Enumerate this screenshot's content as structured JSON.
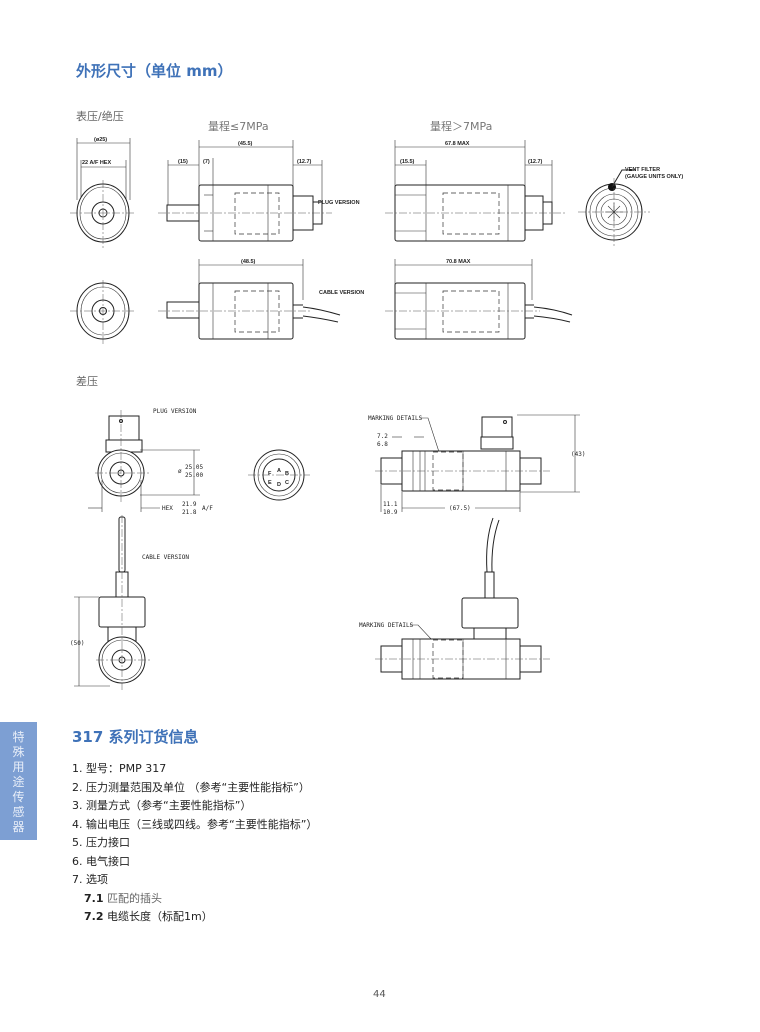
{
  "section_title": "外形尺寸（单位 mm）",
  "gauge": {
    "label": "表压/绝压",
    "range_low": "量程≤7MPa",
    "range_high": "量程＞7MPa",
    "dims": {
      "dia": "(ø25)",
      "hex": "22 A/F HEX",
      "d15": "(15)",
      "d7": "(7)",
      "d455": "(45.5)",
      "d127a": "(12.7)",
      "d155": "(15.5)",
      "d678": "67.8 MAX",
      "d127b": "(12.7)",
      "d485": "(48.5)",
      "d708": "70.8 MAX"
    },
    "plug_version": "PLUG VERSION",
    "cable_version": "CABLE VERSION",
    "vent_filter_1": "VENT FILTER",
    "vent_filter_2": "(GAUGE UNITS ONLY)"
  },
  "diff": {
    "label": "差压",
    "plug_version": "PLUG VERSION",
    "cable_version": "CABLE VERSION",
    "marking_details": "MARKING DETAILS",
    "marking_details_2": "MARKING DETAILS",
    "dia_1": "25.05",
    "dia_2": "25.00",
    "dia_sym": "ø",
    "hex": "HEX",
    "hex_1": "21.9",
    "hex_2": "21.8",
    "af": "A/F",
    "d72": "7.2",
    "d68": "6.8",
    "d43": "(43)",
    "d111": "11.1",
    "d109": "10.9",
    "d675": "(67.5)",
    "d50": "(50)",
    "pins": [
      "F",
      "A",
      "B",
      "E",
      "D",
      "C"
    ]
  },
  "side_tab": [
    "特",
    "殊",
    "用",
    "途",
    "传",
    "感",
    "器"
  ],
  "order_title": "317 系列订货信息",
  "order_items": [
    "1. 型号：PMP 317",
    "2. 压力测量范围及单位 （参考“主要性能指标”）",
    "3. 测量方式（参考“主要性能指标”）",
    "4. 输出电压（三线或四线。参考“主要性能指标”）",
    "5. 压力接口",
    "6. 电气接口",
    "7. 选项"
  ],
  "order_subitems": [
    {
      "num": "7.1",
      "text": "匹配的插头"
    },
    {
      "num": "7.2",
      "text": "电缆长度（标配1m）"
    }
  ],
  "page_number": "44"
}
